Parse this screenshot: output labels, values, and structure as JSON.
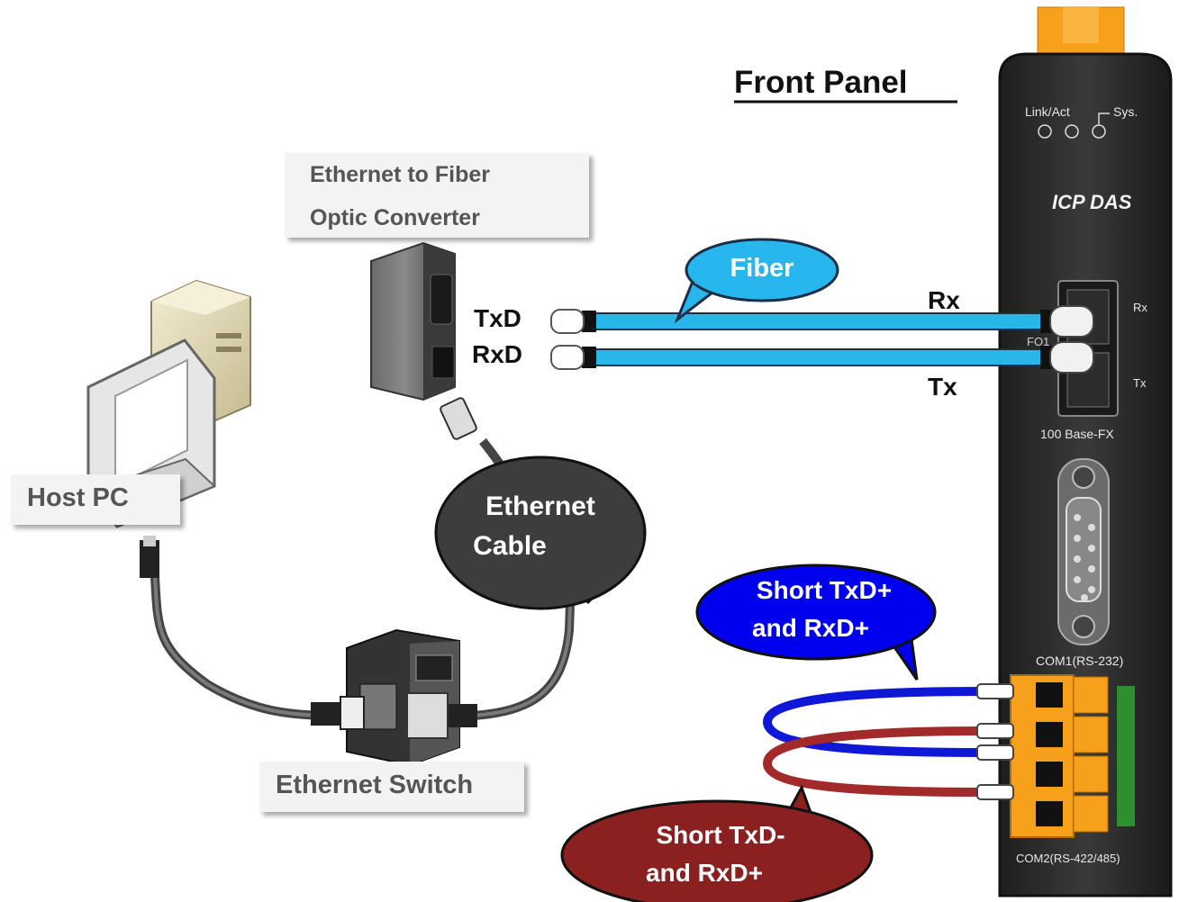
{
  "title_front_panel": "Front Panel",
  "converter_label": {
    "line1": "Ethernet to Fiber",
    "line2": "Optic Converter"
  },
  "host_pc_label": "Host PC",
  "switch_label": "Ethernet Switch",
  "bubbles": {
    "fiber": "Fiber",
    "ethernet_cable": {
      "line1": "Ethernet",
      "line2": "Cable"
    },
    "short_plus": {
      "line1": "Short TxD+",
      "line2": "and RxD+"
    },
    "short_minus": {
      "line1": "Short TxD-",
      "line2": "and RxD+"
    }
  },
  "converter_ports": {
    "txd": "TxD",
    "rxd": "RxD"
  },
  "fiber_ends": {
    "rx": "Rx",
    "tx": "Tx"
  },
  "device": {
    "led_link": "Link/Act",
    "led_sys": "Sys.",
    "logo": "ICP DAS",
    "port_rx": "Rx",
    "port_tx": "Tx",
    "port_fo": "FO1",
    "fiber_type": "100 Base-FX",
    "com1": "COM1(RS-232)",
    "com2": "COM2(RS-422/485)"
  },
  "colors": {
    "fiber_cable": "#29b6e8",
    "fiber_bubble": "#27b7ee",
    "ethernet_bubble": "#3d3d3d",
    "short_plus_wire": "#1018d8",
    "short_minus_wire": "#a32a2a",
    "terminal_orange": "#f7a01c",
    "device_body": "#2b2b2b"
  }
}
